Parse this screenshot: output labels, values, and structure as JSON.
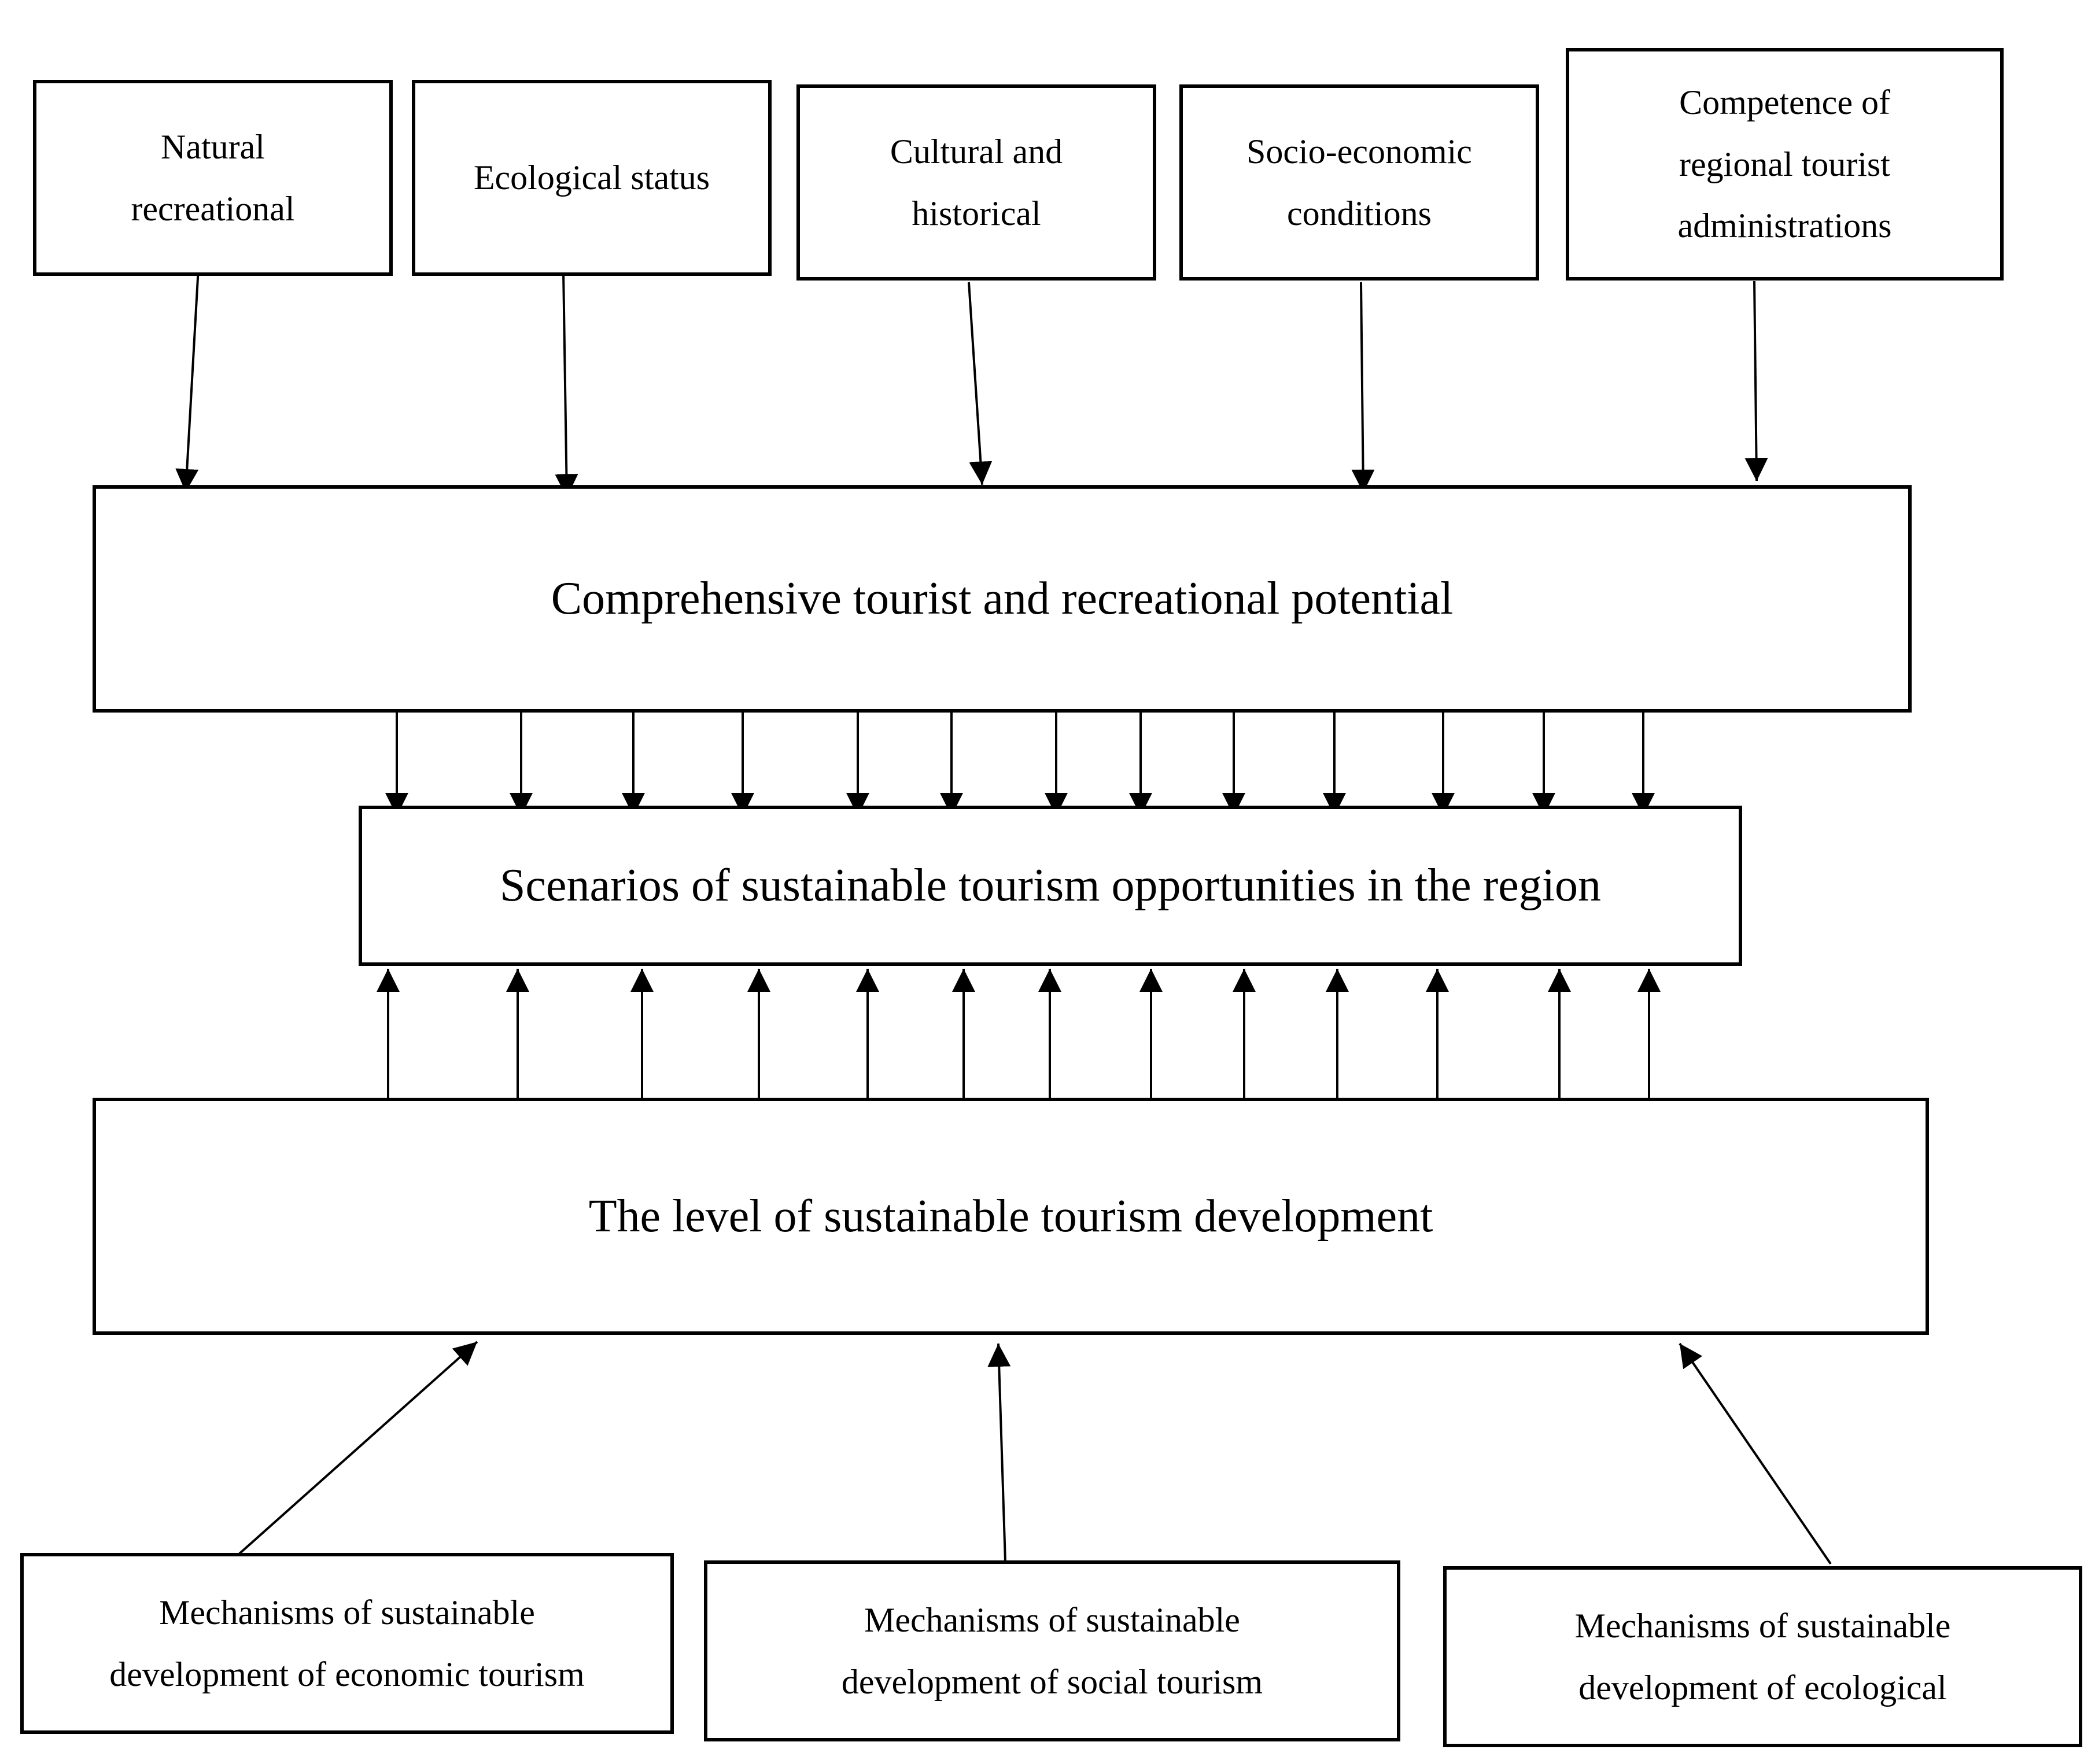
{
  "top_factors": {
    "natural_recreational": [
      "Natural",
      "recreational"
    ],
    "ecological_status": [
      "Ecological status"
    ],
    "cultural_historical": [
      "Cultural and",
      "historical"
    ],
    "socio_economic": [
      "Socio-economic",
      "conditions"
    ],
    "competence": [
      "Competence of",
      "regional tourist",
      "administrations"
    ]
  },
  "potential_label": "Comprehensive tourist and recreational potential",
  "scenarios_label": "Scenarios of sustainable tourism opportunities in the region",
  "level_label": "The level of sustainable tourism development",
  "mechanisms": {
    "economic": [
      "Mechanisms of sustainable",
      "development of economic tourism"
    ],
    "social": [
      "Mechanisms of sustainable",
      "development of social tourism"
    ],
    "ecological": [
      "Mechanisms of sustainable",
      "development of ecological"
    ]
  }
}
